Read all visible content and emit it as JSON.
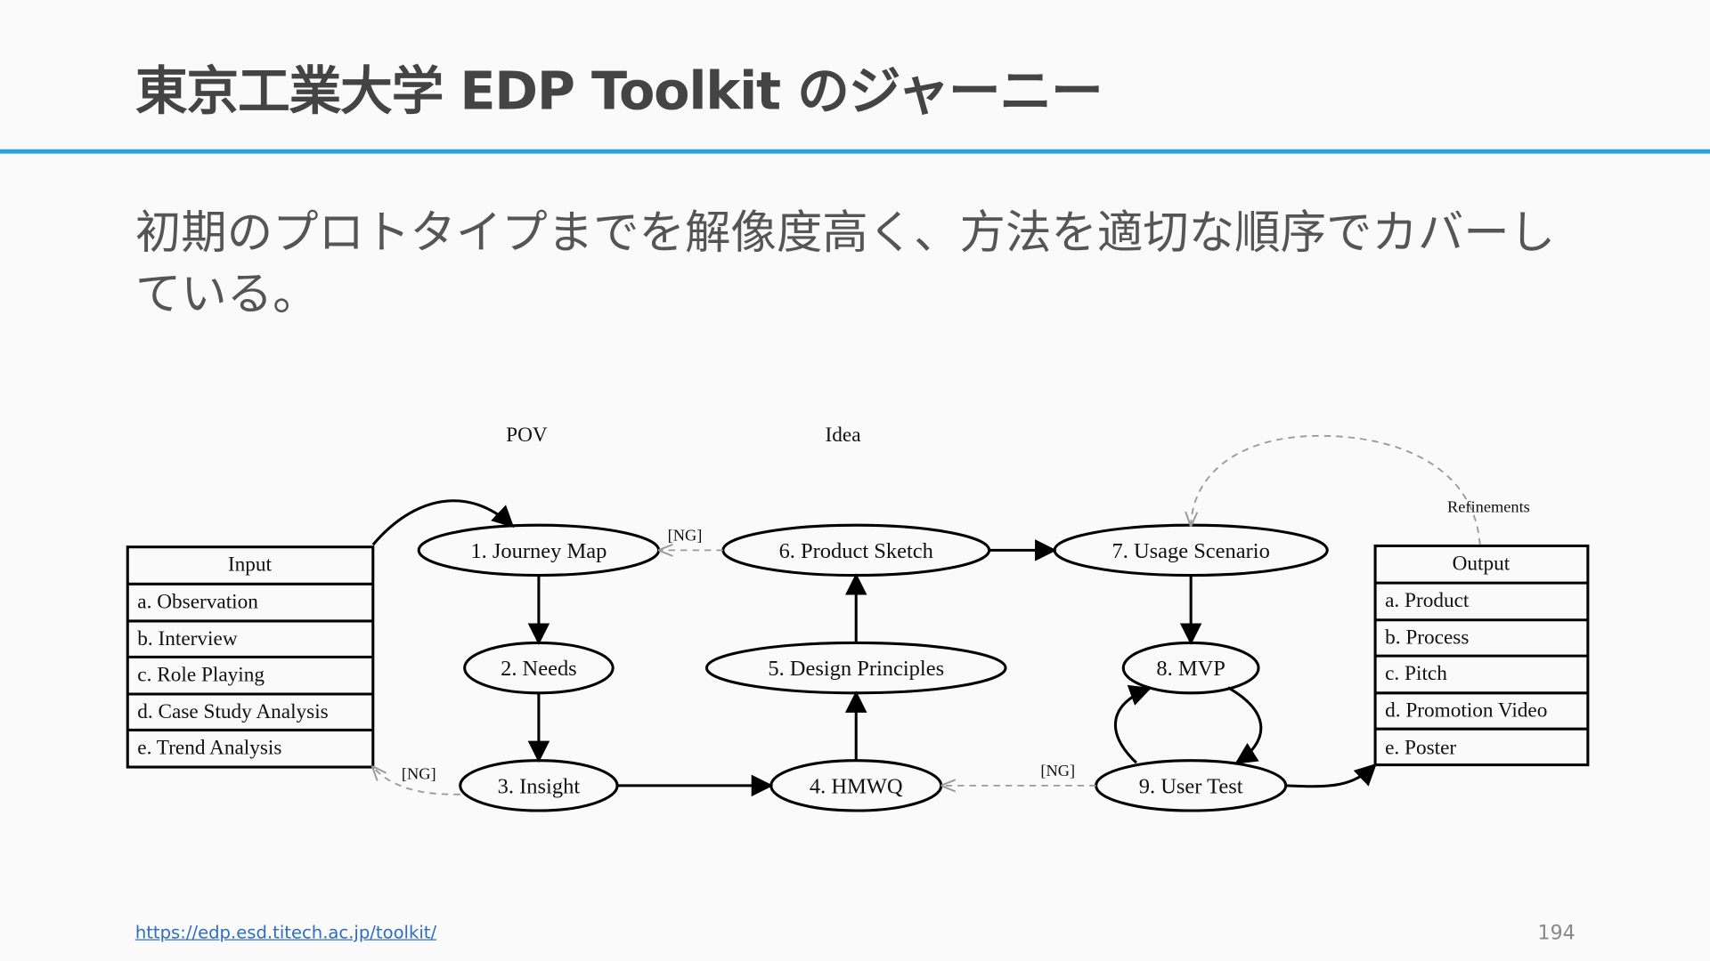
{
  "title": "東京工業大学 EDP Toolkit のジャーニー",
  "body_text": "初期のプロトタイプまでを解像度高く、方法を適切な順序でカバーしている。",
  "footer": {
    "link": "https://edp.esd.titech.ac.jp/toolkit/",
    "page_number": "194"
  },
  "colors": {
    "accent_rule": "#29a3d8",
    "link": "#2f6ebd"
  },
  "diagram": {
    "column_labels": {
      "pov": "POV",
      "idea": "Idea"
    },
    "input": {
      "header": "Input",
      "items": [
        "a. Observation",
        "b. Interview",
        "c. Role Playing",
        "d. Case Study Analysis",
        "e. Trend Analysis"
      ]
    },
    "output": {
      "header": "Output",
      "items": [
        "a. Product",
        "b. Process",
        "c. Pitch",
        "d. Promotion Video",
        "e. Poster"
      ]
    },
    "nodes": {
      "n1": "1. Journey Map",
      "n2": "2. Needs",
      "n3": "3. Insight",
      "n4": "4. HMWQ",
      "n5": "5. Design Principles",
      "n6": "6. Product Sketch",
      "n7": "7. Usage Scenario",
      "n8": "8. MVP",
      "n9": "9. User Test"
    },
    "edge_labels": {
      "ng1": "[NG]",
      "ng2": "[NG]",
      "ng3": "[NG]",
      "refinements": "Refinements"
    },
    "edges": [
      [
        "Input",
        "1"
      ],
      [
        "1",
        "2"
      ],
      [
        "2",
        "3"
      ],
      [
        "3",
        "4"
      ],
      [
        "4",
        "5"
      ],
      [
        "5",
        "6"
      ],
      [
        "6",
        "7"
      ],
      [
        "7",
        "8"
      ],
      [
        "8",
        "9"
      ],
      [
        "9",
        "8"
      ],
      [
        "9",
        "Output"
      ],
      [
        "6",
        "1",
        "NG"
      ],
      [
        "9",
        "4",
        "NG"
      ],
      [
        "3",
        "Input",
        "NG"
      ],
      [
        "Output",
        "7",
        "Refinements"
      ]
    ]
  }
}
